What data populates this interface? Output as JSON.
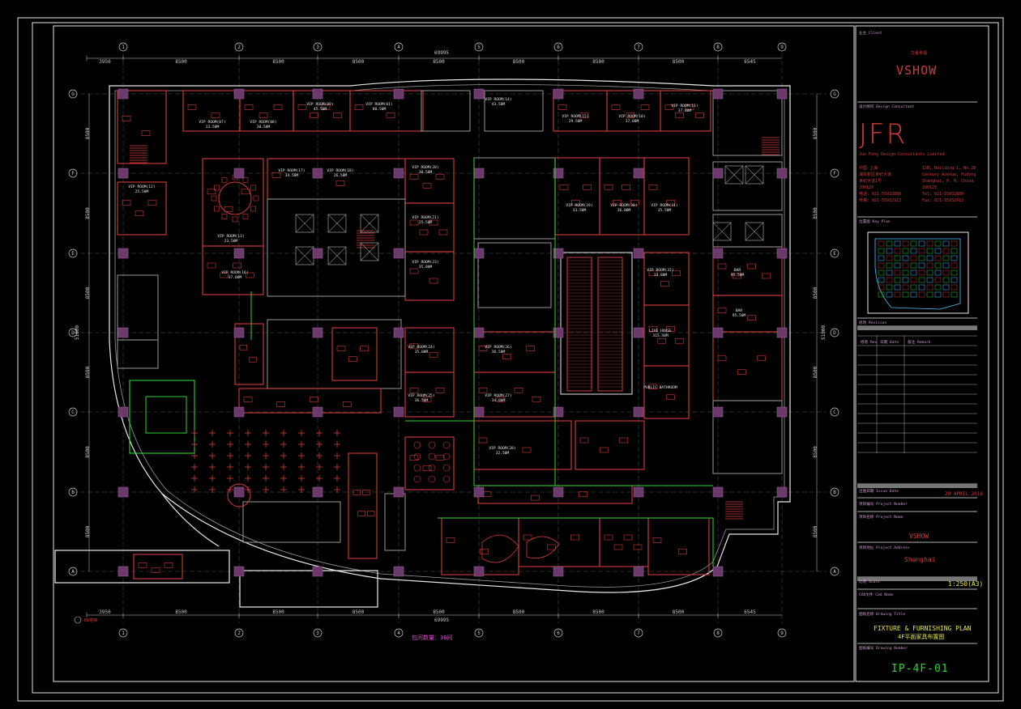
{
  "drawing": {
    "grid_columns": [
      "1",
      "2",
      "3",
      "4",
      "5",
      "6",
      "7",
      "8",
      "9"
    ],
    "grid_rows": [
      "G",
      "F",
      "E",
      "D",
      "C",
      "B",
      "A"
    ],
    "top_dims": [
      "3950",
      "8500",
      "8500",
      "8500",
      "8500",
      "8500",
      "8500",
      "8500",
      "6545"
    ],
    "bottom_dims": [
      "3950",
      "8500",
      "8500",
      "8500",
      "8500",
      "8500",
      "8500",
      "8500",
      "6545"
    ],
    "total_dim": "69995",
    "left_dims": [
      "8500",
      "8500",
      "8500",
      "8500",
      "8500",
      "8500"
    ],
    "left_total": "51000",
    "right_dims": [
      "8500",
      "8500",
      "8500",
      "8500",
      "8500",
      "8500"
    ],
    "right_total": "51000",
    "stair_note": "B1楼梯",
    "caption": "包间数量：36间",
    "room_labels": [
      {
        "name": "VIP ROOM(07)",
        "area": "33.50M"
      },
      {
        "name": "VIP ROOM(08)",
        "area": "30.50M"
      },
      {
        "name": "VIP ROOM(09)",
        "area": "45.50M"
      },
      {
        "name": "VIP ROOM(01)",
        "area": "80.50M"
      },
      {
        "name": "VIP ROOM(14)",
        "area": "43.50M"
      },
      {
        "name": "VIP ROOM(15)",
        "area": "29.50M"
      },
      {
        "name": "VIP ROOM(10)",
        "area": "37.00M"
      },
      {
        "name": "VIP ROOM(11)",
        "area": "37.00M"
      },
      {
        "name": "VIP ROOM(12)",
        "area": "25.50M"
      },
      {
        "name": "VIP ROOM(13)",
        "area": "23.50M"
      },
      {
        "name": "VIP ROOM(16)",
        "area": "37.00M"
      },
      {
        "name": "VIP ROOM(17)",
        "area": "34.50M"
      },
      {
        "name": "VIP ROOM(18)",
        "area": "26.50M"
      },
      {
        "name": "VIP ROOM(20)",
        "area": "30.50M"
      },
      {
        "name": "VIP ROOM(21)",
        "area": "25.50M"
      },
      {
        "name": "VIP ROOM(23)",
        "area": "35.00M"
      },
      {
        "name": "VIP ROOM(24)",
        "area": "35.00M"
      },
      {
        "name": "VIP ROOM(25)",
        "area": "36.50M"
      },
      {
        "name": "VIP ROOM(26)",
        "area": "36.50M"
      },
      {
        "name": "VIP ROOM(27)",
        "area": "34.00M"
      },
      {
        "name": "VIP ROOM(28)",
        "area": "32.50M"
      },
      {
        "name": "VIP ROOM(29)",
        "area": "33.50M"
      },
      {
        "name": "VIP ROOM(30)",
        "area": "36.00M"
      },
      {
        "name": "VIP ROOM(31)",
        "area": "35.50M"
      },
      {
        "name": "VIP ROOM(32)",
        "area": "33.00M"
      },
      {
        "name": "LIVE HOUSE",
        "area": "315.50M"
      },
      {
        "name": "PUBLIC BATHROOM",
        "area": ""
      },
      {
        "name": "BAR",
        "area": "95.50M"
      },
      {
        "name": "BAR",
        "area": "95.50M"
      }
    ],
    "note": "水阀：LIVE HOUSE 315.50M"
  },
  "title_block": {
    "client_label": "业主 Client",
    "client_brand_small": "华夏幸福",
    "client_name": "VSHOW",
    "consultant_label": "设计顾问 Design Consultant",
    "consultant_logo": "JFR",
    "consultant_fullname": "Jun Feng Design Consultants Limited",
    "address_left": [
      "中国·上海",
      "浦东新区世纪大道",
      "世纪大道1号",
      "200120",
      "电话: 021-55932880",
      "传真: 021-55932913"
    ],
    "address_right": [
      "15B, Building 1, No.28",
      "Century Avenue, Pudong",
      "Shanghai, P. R. China",
      "200120",
      "Tel: 021-55932880",
      "Fax: 021-55932913"
    ],
    "key_plan_label": "位置图 Key Plan",
    "revision_label": "修改 Revision",
    "revision_cols": [
      "修改 Rev",
      "日期 Date",
      "备注 Remark"
    ],
    "issue_date_label": "出图日期 Issue Date",
    "issue_date": "29 APRIL 2016",
    "project_number_label": "项目编号 Project Number",
    "project_name_label": "项目名称 Project Name",
    "project_name": "VSHOW",
    "project_address_label": "项目地址 Project Address",
    "project_address": "Shanghai",
    "scale_label": "比例 Scale",
    "scale": "1:250(A3)",
    "cad_label": "CAD文件 Cad Name",
    "drawing_title_label": "图纸名称 Drawing Title",
    "drawing_title": "FIXTURE & FURNISHING PLAN",
    "drawing_title_cn": "4F平面家具布置图",
    "drawing_number_label": "图纸编号 Drawing Number",
    "drawing_number": "IP-4F-01"
  },
  "colors": {
    "background": "#000000",
    "white_line": "#e8e8e8",
    "wall_red": "#d23a3a",
    "grey": "#8a8a8a",
    "column_magenta": "#6a3a6a",
    "green": "#2fd12f",
    "cyan": "#4cc3ff",
    "yellow": "#e6e64a"
  }
}
